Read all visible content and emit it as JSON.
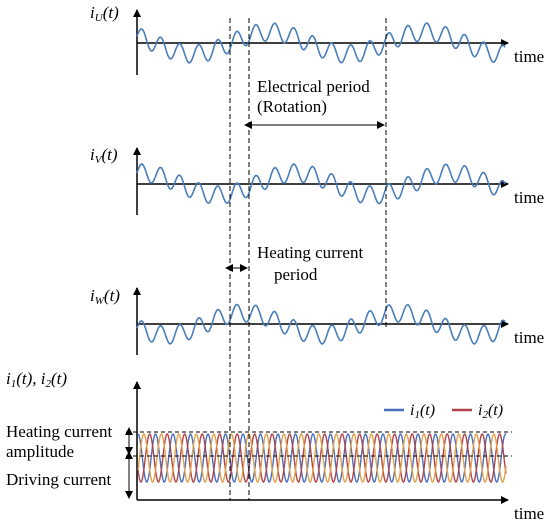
{
  "colors": {
    "wave": "#4a7ebb",
    "i1": "#4a6fbf",
    "i2": "#b0444a",
    "i3": "#e2a04b",
    "axis": "#000000",
    "dash": "#000000"
  },
  "plots": {
    "u": {
      "ylabel": {
        "base": "i",
        "sub": "U",
        "tail": "(t)"
      },
      "xlabel": "time"
    },
    "v": {
      "ylabel": {
        "base": "i",
        "sub": "V",
        "tail": "(t)"
      },
      "xlabel": "time"
    },
    "w": {
      "ylabel": {
        "base": "i",
        "sub": "W",
        "tail": "(t)"
      },
      "xlabel": "time"
    },
    "bottom": {
      "ylabel": {
        "a_base": "i",
        "a_sub": "1",
        "a_tail": "(t), ",
        "b_base": "i",
        "b_sub": "2",
        "b_tail": "(t)"
      },
      "xlabel": "time"
    }
  },
  "annotations": {
    "electrical_period_line1": "Electrical period",
    "electrical_period_line2": "(Rotation)",
    "heating_period_line1": "Heating current",
    "heating_period_line2": "period",
    "heating_amplitude_line1": "Heating current",
    "heating_amplitude_line2": "amplitude",
    "driving_current": "Driving current"
  },
  "legend": {
    "i1": {
      "base": "i",
      "sub": "1",
      "tail": "(t)"
    },
    "i2": {
      "base": "i",
      "sub": "2",
      "tail": "(t)"
    }
  }
}
